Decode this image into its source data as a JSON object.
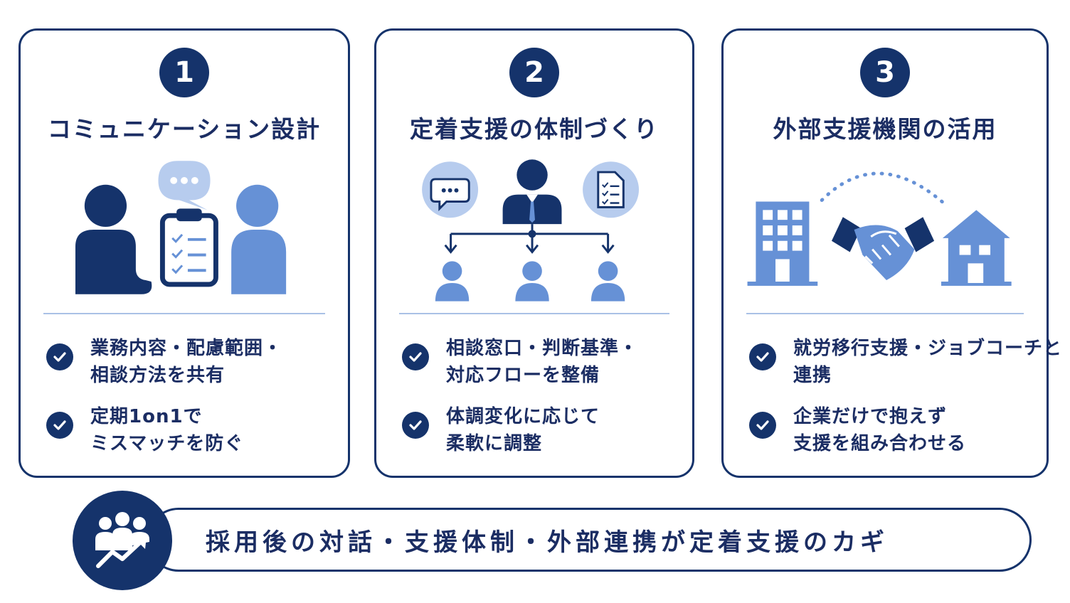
{
  "colors": {
    "navy": "#15336b",
    "mid_blue": "#6691d6",
    "light_blue": "#b7ccee",
    "divider": "#a9c1e6"
  },
  "cards": [
    {
      "number": "1",
      "title": "コミュニケーション設計",
      "illustration": [
        "person-icon",
        "speech-bubble-icon",
        "clipboard-checklist-icon",
        "person-icon"
      ],
      "bullets": [
        {
          "lines": [
            "業務内容・配慮範囲・",
            "相談方法を共有"
          ]
        },
        {
          "lines": [
            "定期1on1で",
            "ミスマッチを防ぐ"
          ]
        }
      ]
    },
    {
      "number": "2",
      "title": "定着支援の体制づくり",
      "illustration": [
        "chat-icon",
        "manager-icon",
        "document-checklist-icon",
        "org-tree-icon",
        "member-icon"
      ],
      "bullets": [
        {
          "lines": [
            "相談窓口・判断基準・",
            "対応フローを整備"
          ]
        },
        {
          "lines": [
            "体調変化に応じて",
            "柔軟に調整"
          ]
        }
      ]
    },
    {
      "number": "3",
      "title": "外部支援機関の活用",
      "illustration": [
        "office-building-icon",
        "handshake-icon",
        "house-icon"
      ],
      "bullets": [
        {
          "lines": [
            "就労移行支援・ジョブコーチと",
            "連携"
          ]
        },
        {
          "lines": [
            "企業だけで抱えず",
            "支援を組み合わせる"
          ]
        }
      ]
    }
  ],
  "footer": {
    "icon": "team-growth-icon",
    "text": "採用後の対話・支援体制・外部連携が定着支援のカギ"
  }
}
